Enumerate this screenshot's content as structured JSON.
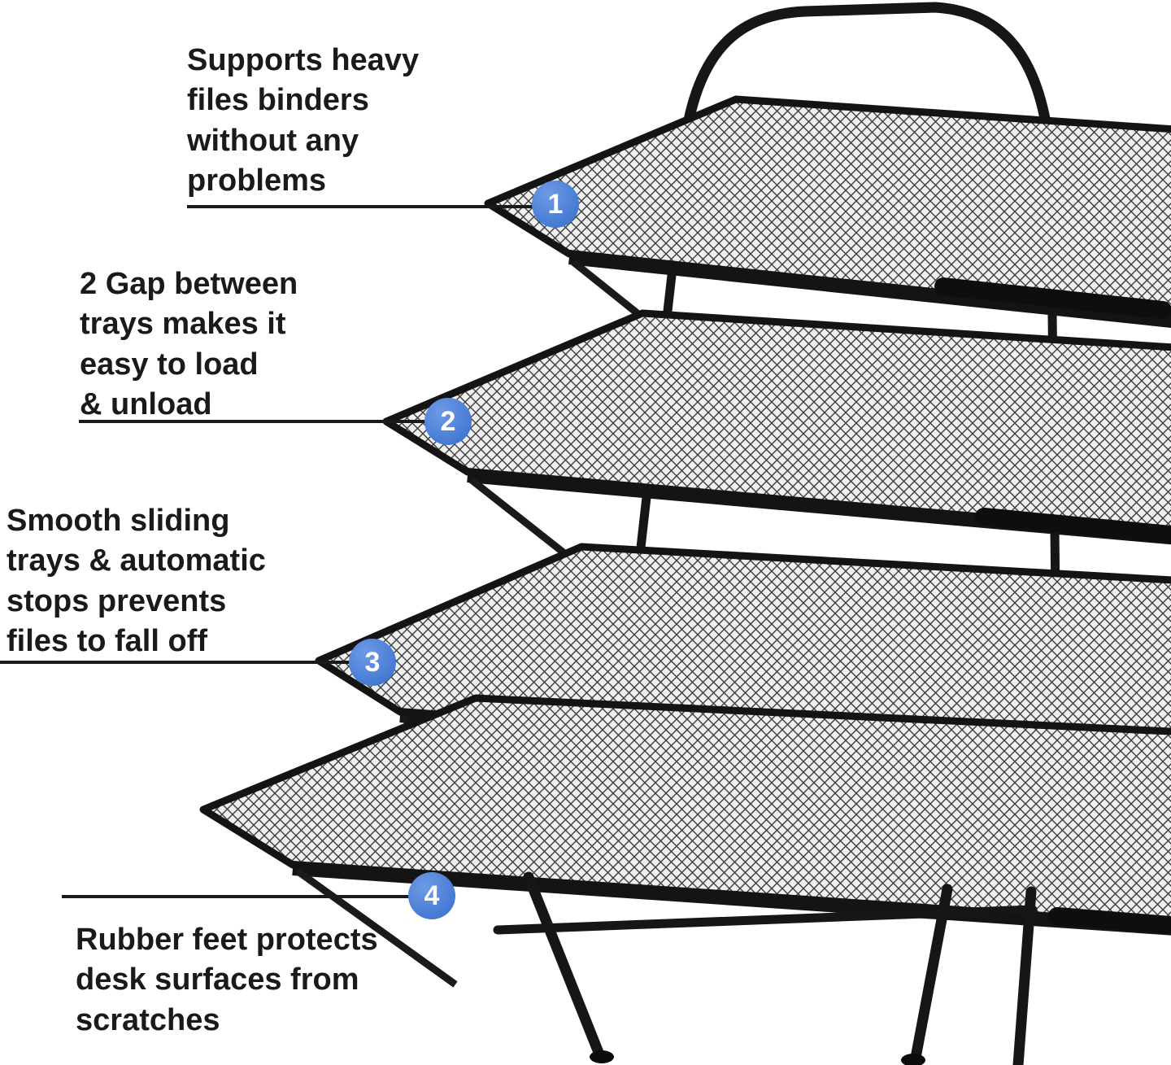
{
  "figure": {
    "product": "black-mesh-4-tier-desk-file-tray-organizer",
    "background_color": "#ffffff",
    "badge_color": "#4a7ed2",
    "badge_text_color": "#ffffff",
    "text_color": "#1a1a1a",
    "line_color": "#1a1a1a",
    "mesh_color": "#3b3b3b"
  },
  "annotations": [
    {
      "number": "1",
      "lines": [
        "Supports heavy",
        "files binders",
        "without any",
        "problems"
      ]
    },
    {
      "number": "2",
      "lines": [
        "2 Gap between",
        "trays makes it",
        "easy to load",
        "& unload"
      ]
    },
    {
      "number": "3",
      "lines": [
        "Smooth sliding",
        "trays & automatic",
        "stops prevents",
        "files to fall off"
      ]
    },
    {
      "number": "4",
      "lines": [
        "Rubber feet protects",
        "desk surfaces from",
        "scratches"
      ]
    }
  ]
}
